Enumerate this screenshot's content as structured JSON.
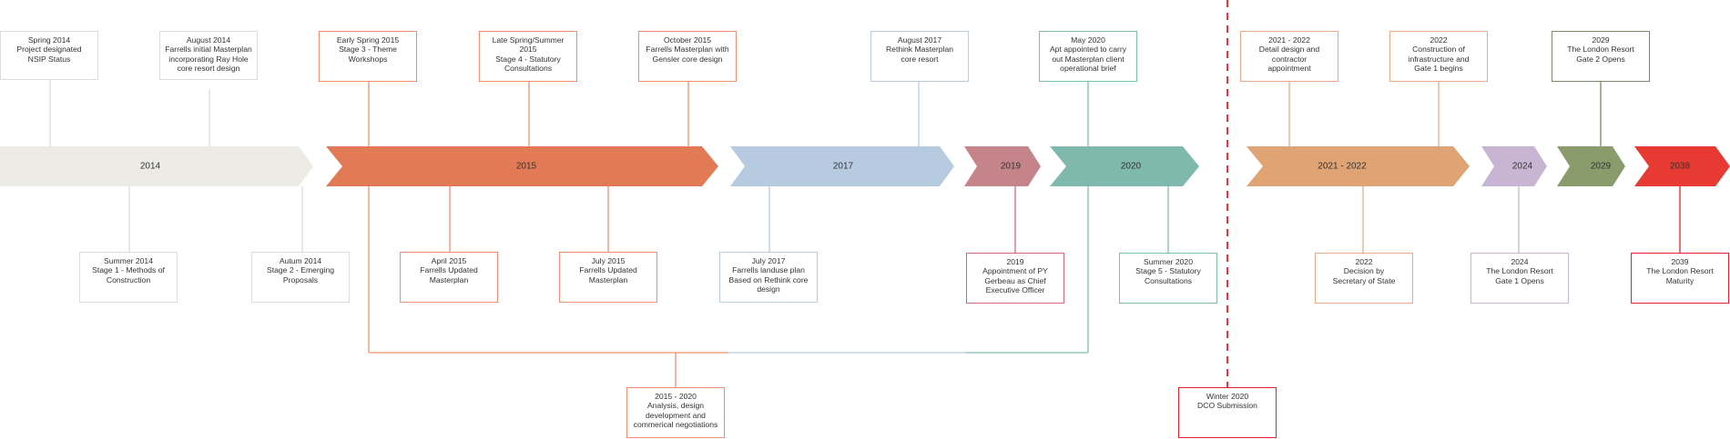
{
  "colors": {
    "y2014": "#ecebe6",
    "y2015": "#e37a56",
    "y2017": "#b7cbe0",
    "y2019": "#c5848a",
    "y2020": "#7fb8ad",
    "y2021": "#e0a374",
    "y2024": "#c8b5d4",
    "y2029": "#8a9c6c",
    "y2038": "#e63a32",
    "grey_box": "#dcdcdc",
    "orange_box": "#ef8f72",
    "blue_box": "#b9cde0",
    "teal_box": "#7fbfb0",
    "amber_box": "#e9a985",
    "pink_box": "#cf6a78",
    "lilac_box": "#c8b5d4",
    "olive_box": "#7a8a63",
    "red_box": "#e0222a",
    "divider": "#e0222a"
  },
  "segments": [
    {
      "id": "seg-2014",
      "label": "2014"
    },
    {
      "id": "seg-2015",
      "label": "2015"
    },
    {
      "id": "seg-2017",
      "label": "2017"
    },
    {
      "id": "seg-2019",
      "label": "2019"
    },
    {
      "id": "seg-2020",
      "label": "2020"
    },
    {
      "id": "seg-2021",
      "label": "2021 - 2022"
    },
    {
      "id": "seg-2024",
      "label": "2024"
    },
    {
      "id": "seg-2029",
      "label": "2029"
    },
    {
      "id": "seg-2038",
      "label": "2038"
    }
  ],
  "events": [
    {
      "id": "spring-2014",
      "lines": [
        "Spring 2014",
        "Project designated",
        "NSIP Status"
      ]
    },
    {
      "id": "august-2014",
      "lines": [
        "August 2014",
        "Farrells initial Masterplan",
        "incorporating Ray Hole",
        "core resort design"
      ]
    },
    {
      "id": "early-spring-2015",
      "lines": [
        "Early Spring 2015",
        "Stage 3 - Theme",
        "Workshops"
      ]
    },
    {
      "id": "late-spring-2015",
      "lines": [
        "Late Spring/Summer",
        "2015",
        "Stage 4 - Statutory",
        "Consultations"
      ]
    },
    {
      "id": "october-2015",
      "lines": [
        "October 2015",
        "Farrells Masterplan with",
        "Gensler core design"
      ]
    },
    {
      "id": "august-2017",
      "lines": [
        "August 2017",
        "Rethink Masterplan",
        "core resort"
      ]
    },
    {
      "id": "may-2020",
      "lines": [
        "May 2020",
        "Apt appointed to carry",
        "out Masterplan client",
        "operational brief"
      ]
    },
    {
      "id": "detail-2021",
      "lines": [
        "2021 - 2022",
        "Detail design and",
        "contractor",
        "appointment"
      ]
    },
    {
      "id": "construction-2022",
      "lines": [
        "2022",
        "Construction of",
        "infrastructure and",
        "Gate 1 begins"
      ]
    },
    {
      "id": "gate2-2029",
      "lines": [
        "2029",
        "The London Resort",
        "Gate 2 Opens"
      ]
    },
    {
      "id": "summer-2014",
      "lines": [
        "Summer 2014",
        "Stage 1 - Methods of",
        "Construction"
      ]
    },
    {
      "id": "autumn-2014",
      "lines": [
        "Autum 2014",
        "Stage 2 - Emerging",
        "Proposals"
      ]
    },
    {
      "id": "april-2015",
      "lines": [
        "April 2015",
        "Farrells Updated",
        "Masterplan"
      ]
    },
    {
      "id": "july-2015",
      "lines": [
        "July 2015",
        "Farrells Updated",
        "Masterplan"
      ]
    },
    {
      "id": "july-2017",
      "lines": [
        "July 2017",
        "Farrells landuse plan",
        "Based on Rethink core",
        "design"
      ]
    },
    {
      "id": "py-2019",
      "lines": [
        "2019",
        "Appointment of PY",
        "Gerbeau as Chief",
        "Executive Officer"
      ]
    },
    {
      "id": "summer-2020",
      "lines": [
        "Summer 2020",
        "Stage 5 - Statutory",
        "Consultations"
      ]
    },
    {
      "id": "decision-2022",
      "lines": [
        "2022",
        "Decision by",
        "Secretary of State"
      ]
    },
    {
      "id": "gate1-2024",
      "lines": [
        "2024",
        "The London Resort",
        "Gate 1 Opens"
      ]
    },
    {
      "id": "maturity-2039",
      "lines": [
        "2039",
        "The London Resort",
        "Maturity"
      ]
    },
    {
      "id": "analysis-2015-2020",
      "lines": [
        "2015 - 2020",
        "Analysis, design",
        "development and",
        "commerical negotiations"
      ]
    },
    {
      "id": "dco-2020",
      "lines": [
        "Winter 2020",
        "DCO Submission"
      ]
    }
  ]
}
